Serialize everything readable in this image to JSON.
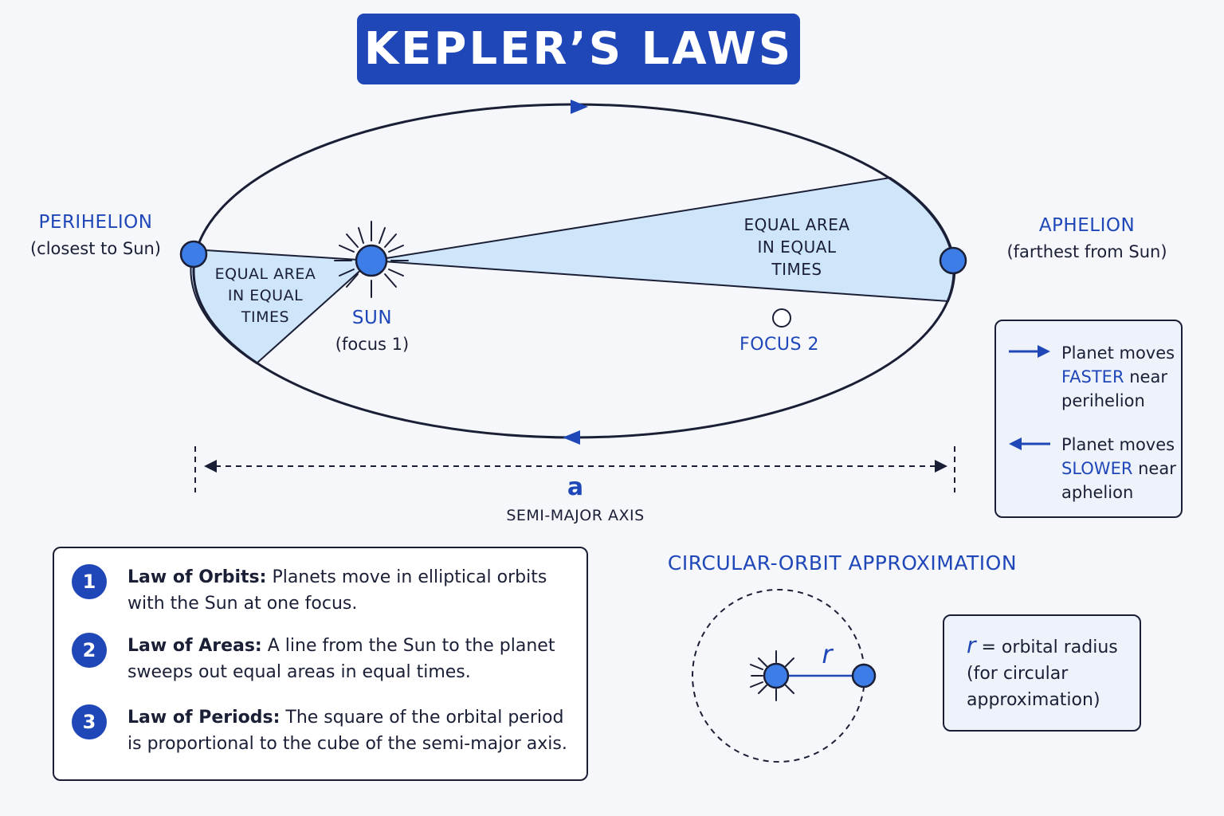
{
  "title": "KEPLER’S LAWS",
  "orbit": {
    "perihelion": {
      "label": "PERIHELION",
      "note": "(closest to Sun)"
    },
    "aphelion": {
      "label": "APHELION",
      "note": "(farthest from Sun)"
    },
    "sun": {
      "label": "SUN",
      "note": "(focus 1)"
    },
    "focus2": {
      "label": "FOCUS 2"
    },
    "equal_area_left": [
      "EQUAL AREA",
      "IN EQUAL",
      "TIMES"
    ],
    "equal_area_right": [
      "EQUAL AREA",
      "IN EQUAL",
      "TIMES"
    ],
    "axis": {
      "symbol": "a",
      "label": "SEMI-MAJOR AXIS"
    }
  },
  "legend": {
    "faster": {
      "line1": "Planet moves",
      "emph": "FASTER",
      "rest": " near",
      "line3": "perihelion"
    },
    "slower": {
      "line1": "Planet moves",
      "emph": "SLOWER",
      "rest": " near",
      "line3": "aphelion"
    }
  },
  "laws": [
    {
      "num": "1",
      "name": "Law of Orbits:",
      "text": " Planets move in elliptical orbits with the Sun at one focus."
    },
    {
      "num": "2",
      "name": "Law of Areas:",
      "text": " A line from the Sun to the planet sweeps out equal areas in equal times."
    },
    {
      "num": "3",
      "name": "Law of Periods:",
      "text": " The square of the orbital period is proportional to the cube of the semi-major axis."
    }
  ],
  "circular": {
    "title": "CIRCULAR-ORBIT APPROXIMATION",
    "r_symbol": "r",
    "def_symbol": "r",
    "def_line1": " = orbital radius",
    "def_line2": "(for circular",
    "def_line3": "approximation)"
  },
  "colors": {
    "accent": "#1f47b8",
    "planet": "#3d7de8",
    "area_fill": "#cfe6fa",
    "ink": "#1a1f36"
  }
}
